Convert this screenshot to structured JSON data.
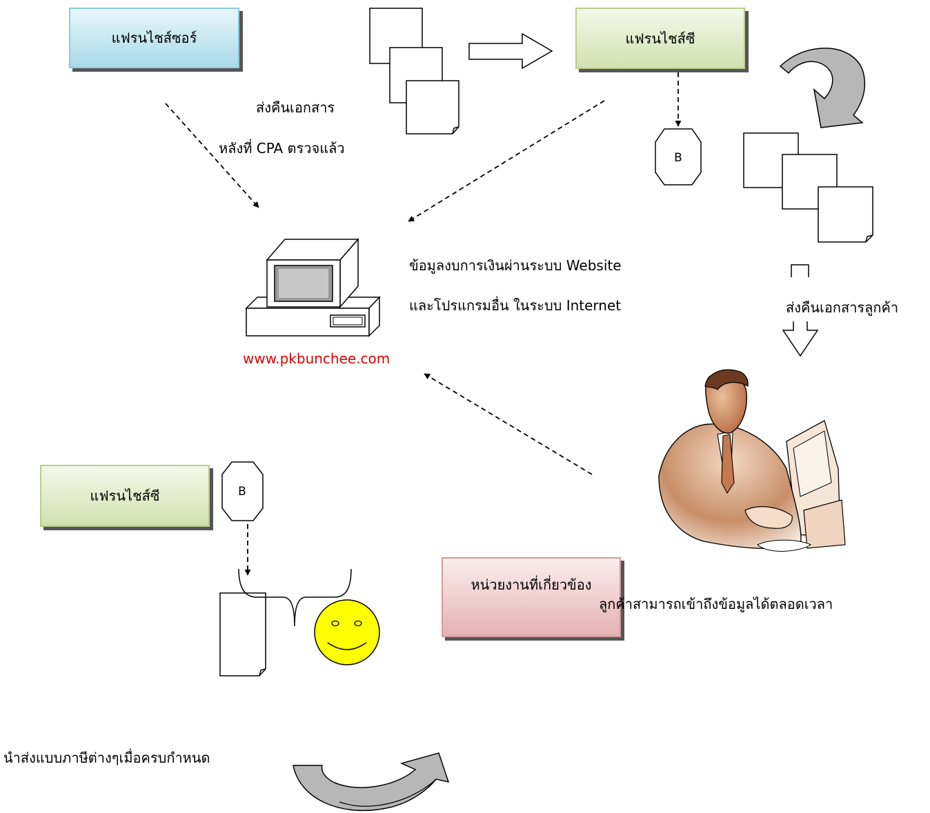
{
  "boxes": {
    "franchisor": "แฟรนไชส์ซอร์",
    "franchisee_top": "แฟรนไชส์ซี",
    "franchisee_bottom": "แฟรนไชส์ซี",
    "agency": "หน่วยงานที่เกี่ยวข้อง"
  },
  "labels": {
    "return_docs_line1": "ส่งคืนเอกสาร",
    "return_docs_line2": "หลังที่ CPA ตรวจแล้ว",
    "data_line1": "ข้อมูลงบการเงินผ่านระบบ Website",
    "data_line2": "และโปรแกรมอื่น ในระบบ Internet",
    "website": "www.pkbunchee.com",
    "return_customer_docs": "ส่งคืนเอกสารลูกค้า",
    "customer_access": "ลูกค้าสามารถเข้าถึงข้อมูลได้ตลอดเวลา",
    "submit_tax": "นำส่งแบบภาษีต่างๆเมื่อครบกำหนด"
  },
  "connectors": {
    "connector_top": "B",
    "connector_bottom": "B"
  },
  "icons": [
    "document-stack-icon",
    "computer-icon",
    "businessman-at-computer-icon",
    "smiley-icon",
    "document-icon"
  ],
  "colors": {
    "franchisor_fill": "#a9dbe8",
    "franchisee_fill": "#d2e1b0",
    "agency_fill": "#e4b2b2",
    "website_text": "#e00000",
    "smiley_fill": "#ffff00"
  }
}
